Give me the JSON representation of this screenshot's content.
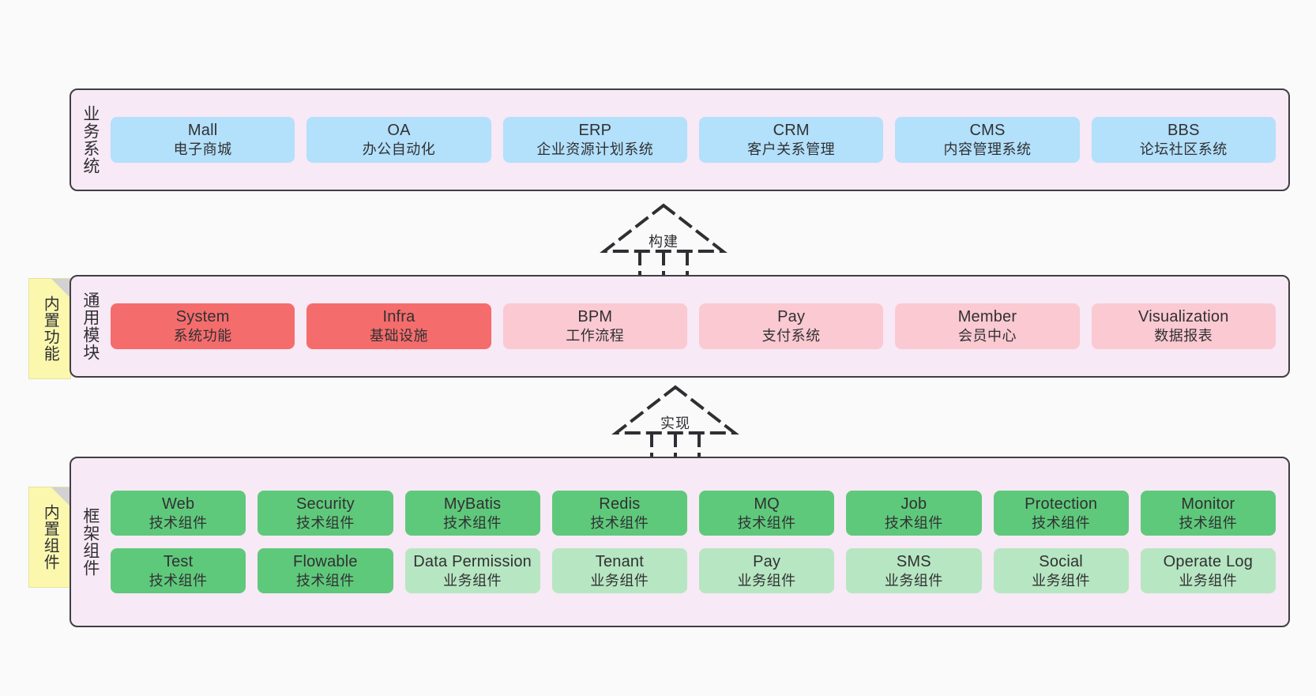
{
  "diagram": {
    "palette": {
      "background": "#fafafa",
      "layer_fill": "#f7e9f5",
      "layer_border": "#3f3f44",
      "blue": "#b3e0fb",
      "red": "#f56c6c",
      "pink": "#fbc9d2",
      "green": "#5fc97b",
      "light_green": "#b7e6c2",
      "sticky_yellow": "#fbf8ae",
      "sticky_fold": "#d2d2d2"
    },
    "layers": [
      {
        "id": "business",
        "title": "业务系统",
        "rows": [
          {
            "style": "blue",
            "items": [
              {
                "en": "Mall",
                "cn": "电子商城"
              },
              {
                "en": "OA",
                "cn": "办公自动化"
              },
              {
                "en": "ERP",
                "cn": "企业资源计划系统"
              },
              {
                "en": "CRM",
                "cn": "客户关系管理"
              },
              {
                "en": "CMS",
                "cn": "内容管理系统"
              },
              {
                "en": "BBS",
                "cn": "论坛社区系统"
              }
            ]
          }
        ]
      },
      {
        "id": "modules",
        "title": "通用模块",
        "rows": [
          {
            "items": [
              {
                "en": "System",
                "cn": "系统功能",
                "style": "red"
              },
              {
                "en": "Infra",
                "cn": "基础设施",
                "style": "red"
              },
              {
                "en": "BPM",
                "cn": "工作流程",
                "style": "pink"
              },
              {
                "en": "Pay",
                "cn": "支付系统",
                "style": "pink"
              },
              {
                "en": "Member",
                "cn": "会员中心",
                "style": "pink"
              },
              {
                "en": "Visualization",
                "cn": "数据报表",
                "style": "pink"
              }
            ]
          }
        ]
      },
      {
        "id": "framework",
        "title": "框架组件",
        "rows": [
          {
            "style": "green",
            "items": [
              {
                "en": "Web",
                "cn": "技术组件"
              },
              {
                "en": "Security",
                "cn": "技术组件"
              },
              {
                "en": "MyBatis",
                "cn": "技术组件"
              },
              {
                "en": "Redis",
                "cn": "技术组件"
              },
              {
                "en": "MQ",
                "cn": "技术组件"
              },
              {
                "en": "Job",
                "cn": "技术组件"
              },
              {
                "en": "Protection",
                "cn": "技术组件"
              },
              {
                "en": "Monitor",
                "cn": "技术组件"
              }
            ]
          },
          {
            "items": [
              {
                "en": "Test",
                "cn": "技术组件",
                "style": "green"
              },
              {
                "en": "Flowable",
                "cn": "技术组件",
                "style": "green"
              },
              {
                "en": "Data Permission",
                "cn": "业务组件",
                "style": "lightgreen"
              },
              {
                "en": "Tenant",
                "cn": "业务组件",
                "style": "lightgreen"
              },
              {
                "en": "Pay",
                "cn": "业务组件",
                "style": "lightgreen"
              },
              {
                "en": "SMS",
                "cn": "业务组件",
                "style": "lightgreen"
              },
              {
                "en": "Social",
                "cn": "业务组件",
                "style": "lightgreen"
              },
              {
                "en": "Operate Log",
                "cn": "业务组件",
                "style": "lightgreen"
              }
            ]
          }
        ]
      }
    ],
    "stickies": [
      {
        "id": "functions",
        "label": "内置功能"
      },
      {
        "id": "components",
        "label": "内置组件"
      }
    ],
    "connectors": [
      {
        "id": "build",
        "label": "构建"
      },
      {
        "id": "impl",
        "label": "实现"
      }
    ]
  }
}
